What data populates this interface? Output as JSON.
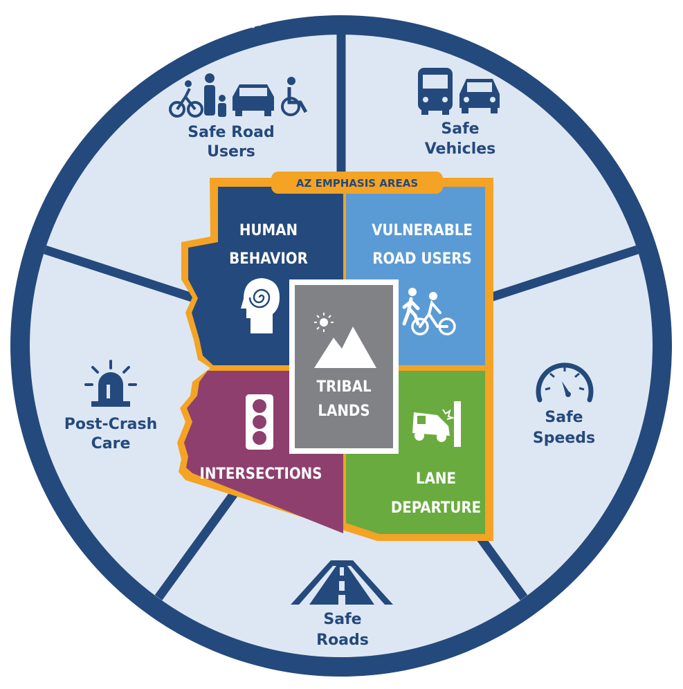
{
  "ring_title": "THE SAFE SYSTEM APPROACH",
  "emphasis_banner": "AZ EMPHASIS AREAS",
  "colors": {
    "ring": "#24497c",
    "segment_fill": "#dde7f3",
    "segment_text": "#24497c",
    "outline": "#f4a324",
    "human_behavior": "#24497c",
    "vulnerable_road_users": "#5b9bd5",
    "intersections": "#8e3f6e",
    "lane_departure": "#6aab3f",
    "tribal_lands": "#808285"
  },
  "segments": [
    {
      "line1": "Safe Road",
      "line2": "Users",
      "icon": "road-users-icon"
    },
    {
      "line1": "Safe",
      "line2": "Vehicles",
      "icon": "vehicles-icon"
    },
    {
      "line1": "Safe",
      "line2": "Speeds",
      "icon": "speedometer-icon"
    },
    {
      "line1": "Safe",
      "line2": "Roads",
      "icon": "road-icon"
    },
    {
      "line1": "Post-Crash",
      "line2": "Care",
      "icon": "emergency-light-icon"
    }
  ],
  "emphasis_areas": {
    "human_behavior": {
      "line1": "HUMAN",
      "line2": "BEHAVIOR",
      "icon": "head-spiral-icon"
    },
    "vulnerable_road_users": {
      "line1": "VULNERABLE",
      "line2": "ROAD USERS",
      "icon": "pedestrian-cyclist-icon"
    },
    "intersections": {
      "line1": "INTERSECTIONS",
      "icon": "traffic-light-icon"
    },
    "lane_departure": {
      "line1": "LANE",
      "line2": "DEPARTURE",
      "icon": "car-crash-icon"
    },
    "tribal_lands": {
      "line1": "TRIBAL",
      "line2": "LANDS",
      "icon": "mountain-sun-icon"
    }
  }
}
